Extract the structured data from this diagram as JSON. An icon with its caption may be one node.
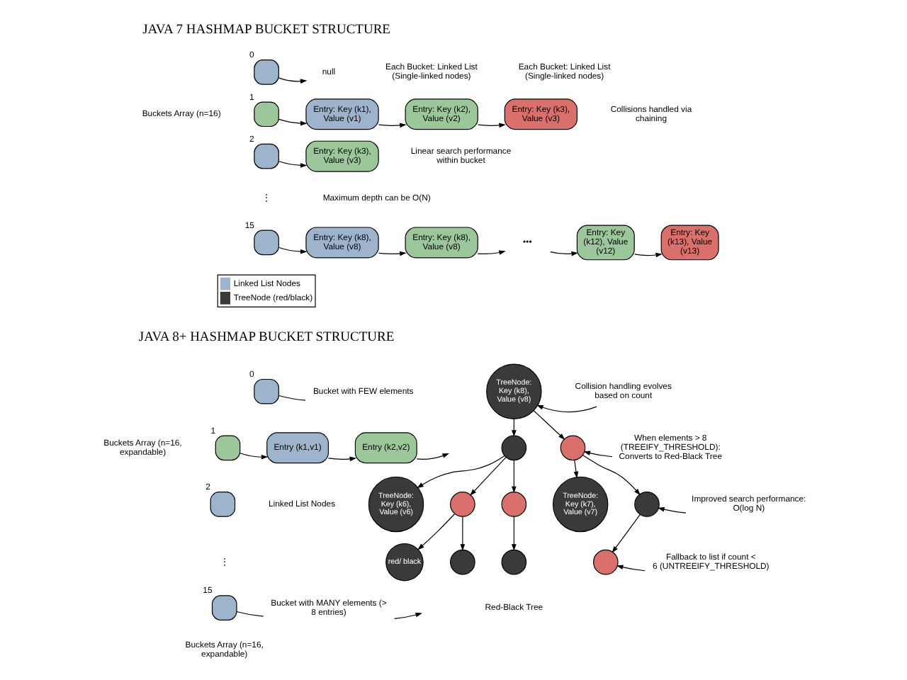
{
  "diagram": {
    "nodes": [
      {
        "text": [],
        "shape": "box",
        "beside": [
          "0"
        ]
      },
      {
        "text": [
          "null"
        ]
      },
      {
        "text": [],
        "shape": "box",
        "beside": [
          "1"
        ]
      },
      {
        "text": [
          "Entry: Key (k1), Value (v1)"
        ]
      },
      {
        "text": [
          "Entry: Key (k2), Value (v2)"
        ]
      },
      {
        "text": [
          "Entry: Key (k3), Value (v3)"
        ]
      },
      {
        "text": [],
        "shape": "box",
        "beside": [
          "2"
        ]
      },
      {
        "text": [
          "Entry: Key (k3), Value (v3)"
        ]
      },
      {
        "text": [],
        "shape": "box",
        "beside": [
          "15"
        ]
      },
      {
        "text": [
          "Entry: Key (k8), Value (v8)"
        ]
      },
      {
        "text": [
          "Entry: Key (k8), Value (v8)"
        ]
      },
      {
        "text": [
          "•••"
        ]
      },
      {
        "text": [
          "Entry: Key (k12), Value (v12)"
        ]
      },
      {
        "text": [
          "Entry: Key (k13), Value (v13)"
        ]
      },
      {
        "text": [],
        "shape": "box",
        "beside": [
          "0"
        ]
      },
      {
        "text": [
          "Bucket with FEW elements"
        ]
      },
      {
        "text": [],
        "shape": "box",
        "beside": [
          "1"
        ]
      },
      {
        "text": [
          "Entry (k1,v1)"
        ]
      },
      {
        "text": [
          "Entry (k2,v2)"
        ]
      },
      {
        "text": [],
        "shape": "box",
        "beside": [
          "2"
        ]
      },
      {
        "text": [],
        "shape": "box",
        "beside": [
          "15"
        ]
      },
      {
        "text": [
          "Bucket with MANY elements (> 8 entries)"
        ]
      },
      {
        "text": [
          "TreeNode: Key (k8), Value (v8)"
        ]
      },
      {
        "text": [],
        "shape": "circle"
      },
      {
        "text": [],
        "shape": "circle"
      },
      {
        "text": [
          "TreeNode: Key (k6), Value (v6)"
        ]
      },
      {
        "text": [],
        "shape": "circle"
      },
      {
        "text": [],
        "shape": "circle"
      },
      {
        "text": [
          "TreeNode: Key (k7), Value (v7)"
        ]
      },
      {
        "text": [],
        "shape": "circle"
      },
      {
        "text": [
          "red/ black"
        ]
      },
      {
        "text": [],
        "shape": "circle"
      },
      {
        "text": [],
        "shape": "circle"
      },
      {
        "text": [],
        "shape": "circle"
      },
      {
        "text": [
          "Collision handling evolves based on count"
        ]
      },
      {
        "text": [
          "When elements > 8 (TREEIFY_THRESHOLD): Converts to Red-Black Tree"
        ]
      },
      {
        "text": [
          "Improved search performance: O(log N)"
        ]
      },
      {
        "text": [
          "Fallback to list if count < 6 (UNTREEIFY_THRESHOLD)"
        ]
      }
    ],
    "edges": [
      {
        "from": 0,
        "to": 1,
        "arrow": "to"
      },
      {
        "from": 2,
        "to": 3,
        "arrow": "to"
      },
      {
        "from": 3,
        "to": 4,
        "arrow": "to"
      },
      {
        "from": 4,
        "to": 5,
        "arrow": "to"
      },
      {
        "from": 6,
        "to": 7,
        "arrow": "to"
      },
      {
        "from": 8,
        "to": 9,
        "arrow": "to"
      },
      {
        "from": 9,
        "to": 10,
        "arrow": "to"
      },
      {
        "from": 10,
        "to": 11,
        "arrow": "to"
      },
      {
        "from": 11,
        "to": 12,
        "arrow": "to"
      },
      {
        "from": 12,
        "to": 13,
        "arrow": "to"
      },
      {
        "from": 14,
        "to": 15,
        "arrow": "none"
      },
      {
        "from": 16,
        "to": 17,
        "arrow": "to"
      },
      {
        "from": 17,
        "to": 18,
        "arrow": "to"
      },
      {
        "from": 18,
        "to": null,
        "arrow": "to"
      },
      {
        "from": 20,
        "to": 21,
        "arrow": "none"
      },
      {
        "from": 21,
        "to": null,
        "arrow": "to"
      },
      {
        "from": 22,
        "to": 23,
        "arrow": "to"
      },
      {
        "from": 22,
        "to": 24,
        "arrow": "to"
      },
      {
        "from": 23,
        "to": 25,
        "arrow": "to"
      },
      {
        "from": 23,
        "to": 26,
        "arrow": "to"
      },
      {
        "from": 23,
        "to": 27,
        "arrow": "to"
      },
      {
        "from": 24,
        "to": 28,
        "arrow": "to"
      },
      {
        "from": 24,
        "to": 29,
        "arrow": "to"
      },
      {
        "from": 26,
        "to": 30,
        "arrow": "to"
      },
      {
        "from": 26,
        "to": 31,
        "arrow": "to"
      },
      {
        "from": 27,
        "to": 32,
        "arrow": "to"
      },
      {
        "from": 29,
        "to": 33,
        "arrow": "to"
      },
      {
        "from": 34,
        "to": 22,
        "arrow": "to"
      },
      {
        "from": 35,
        "to": 24,
        "arrow": "to"
      },
      {
        "from": 36,
        "to": 29,
        "arrow": "to"
      },
      {
        "from": 37,
        "to": 33,
        "arrow": "to"
      }
    ],
    "labels": [
      "JAVA 7 HASHMAP BUCKET STRUCTURE",
      "Buckets Array (n=16)",
      "⋮",
      "Each Bucket: Linked List (Single-linked nodes)",
      "Each Bucket: Linked List (Single-linked nodes)",
      "Collisions handled via chaining",
      "Linear search performance within bucket",
      "Maximum depth can be O(N)",
      "JAVA 8+ HASHMAP BUCKET STRUCTURE",
      "Buckets Array (n=16, expandable)",
      "⋮",
      "Buckets Array (n=16, expandable)",
      "Linked List Nodes",
      "Red-Black Tree"
    ],
    "legend": [
      {
        "text": "Linked List Nodes",
        "color": "#9db4cc"
      },
      {
        "text": "TreeNode (red/black)",
        "color": "#3a3a3a"
      }
    ]
  }
}
